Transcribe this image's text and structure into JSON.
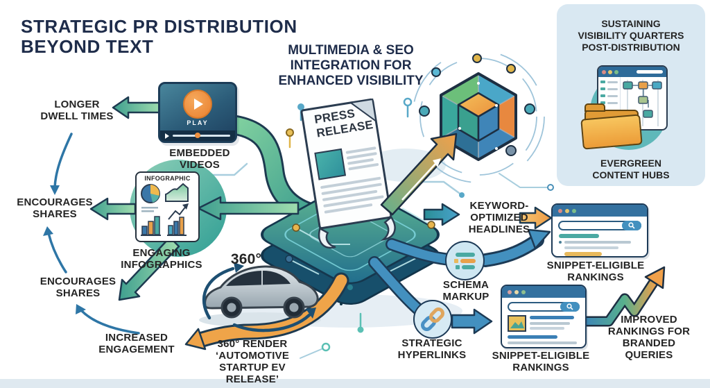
{
  "palette": {
    "navy": "#1e2c4a",
    "label_ink": "#242424",
    "teal": "#3f9f8f",
    "green": "#7fd4a8",
    "blue": "#4390bf",
    "steel_blue": "#2e76a6",
    "orange": "#f0a04a",
    "yellow": "#e8b95c",
    "platform_teal": "#2a7f8f",
    "panel_bg": "#d9e8f2",
    "browser_header": "#34719f"
  },
  "title": "STRATEGIC PR DISTRIBUTION\nBEYOND TEXT",
  "center_heading": "MULTIMEDIA & SEO\nINTEGRATION FOR\nENHANCED VISIBILITY",
  "sustain_panel": {
    "title": "SUSTAINING\nVISIBILITY QUARTERS\nPOST-DISTRIBUTION",
    "caption": "EVERGREEN\nCONTENT HUBS"
  },
  "video": {
    "play": "PLAY",
    "caption": "EMBEDDED\nVIDEOS",
    "benefit": "LONGER\nDWELL TIMES"
  },
  "infographic": {
    "card_title": "INFOGRAPHIC",
    "caption": "ENGAGING\nINFOGRAPHICS",
    "benefit_top": "ENCOURAGES\nSHARES",
    "benefit_bottom": "ENCOURAGES\nSHARES"
  },
  "press_release": {
    "label": "PRESS\nRELEASE"
  },
  "render_360": {
    "degrees": "360°",
    "caption": "360° RENDER\n‘AUTOMOTIVE\nSTARTUP EV RELEASE’",
    "benefit": "INCREASED\nENGAGEMENT"
  },
  "seo_tactics": {
    "keyword_headlines": "KEYWORD-\nOPTIMIZED\nHEADLINES",
    "schema_markup": "SCHEMA\nMARKUP",
    "strategic_hyperlinks": "STRATEGIC\nHYPERLINKS"
  },
  "outcomes": {
    "snippet_rankings_top": "SNIPPET-ELIGIBLE\nRANKINGS",
    "snippet_rankings_bottom": "SNIPPET-ELIGIBLE\nRANKINGS",
    "improved_rankings": "IMPROVED\nRANKINGS FOR\nBRANDED\nQUERIES"
  },
  "icons": {
    "play_icon": "▶",
    "search_icon": "⌕",
    "folder_icon": "🗀",
    "link_icon": "🔗",
    "schema_list_icon": "☰",
    "cube_network_icon": "⬡"
  }
}
